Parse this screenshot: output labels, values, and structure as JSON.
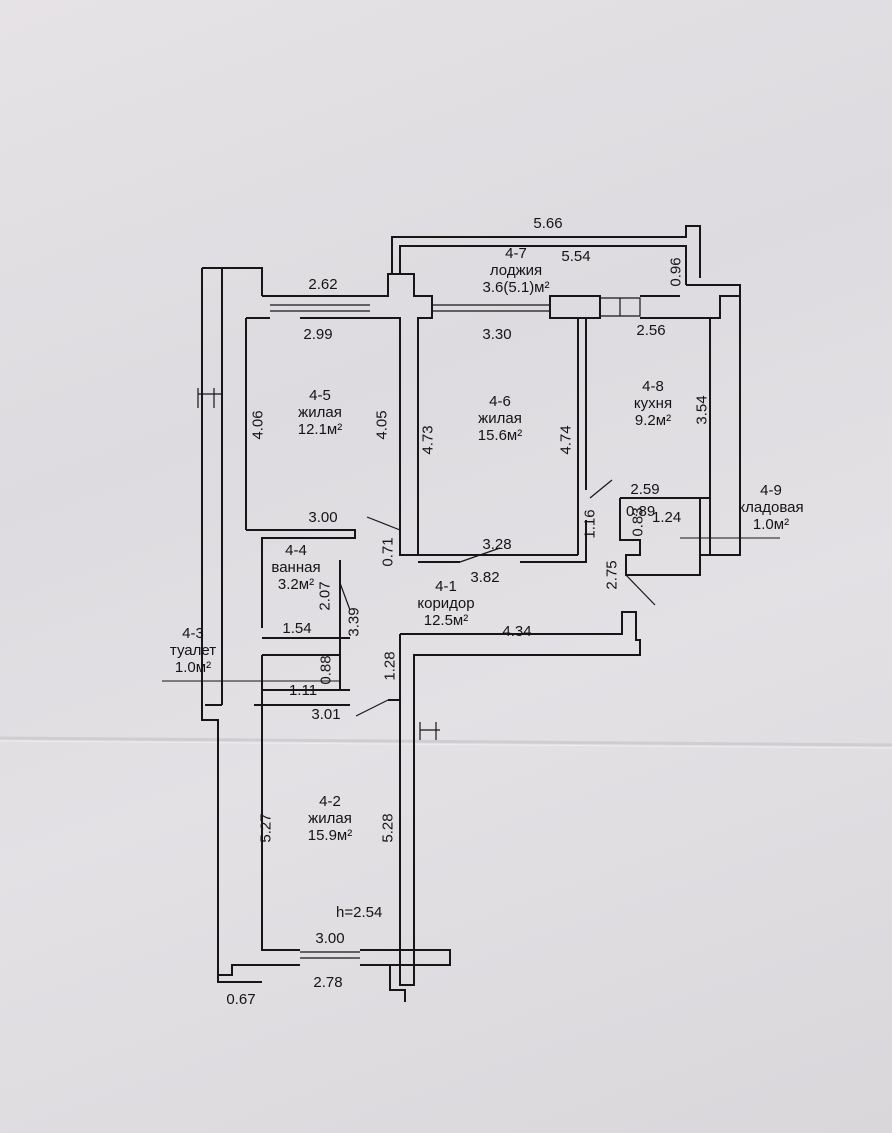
{
  "plan": {
    "height_note": "h=2.54",
    "loggia_outer_width": "5.66",
    "rooms": [
      {
        "id": "4-1",
        "name": "коридор",
        "area": "12.5м²"
      },
      {
        "id": "4-2",
        "name": "жилая",
        "area": "15.9м²"
      },
      {
        "id": "4-3",
        "name": "туалет",
        "area": "1.0м²"
      },
      {
        "id": "4-4",
        "name": "ванная",
        "area": "3.2м²"
      },
      {
        "id": "4-5",
        "name": "жилая",
        "area": "12.1м²"
      },
      {
        "id": "4-6",
        "name": "жилая",
        "area": "15.6м²"
      },
      {
        "id": "4-7",
        "name": "лоджия",
        "area": "3.6(5.1)м²"
      },
      {
        "id": "4-8",
        "name": "кухня",
        "area": "9.2м²"
      },
      {
        "id": "4-9",
        "name": "кладовая",
        "area": "1.0м²"
      }
    ],
    "dims": {
      "d_262": "2.62",
      "d_299": "2.99",
      "d_406": "4.06",
      "d_405": "4.05",
      "d_473": "4.73",
      "d_330": "3.30",
      "d_474": "4.74",
      "d_554": "5.54",
      "d_096": "0.96",
      "d_256": "2.56",
      "d_354": "3.54",
      "d_259": "2.59",
      "d_089": "0.89",
      "d_083": "0.83",
      "d_124": "1.24",
      "d_116": "1.16",
      "d_275": "2.75",
      "d_300a": "3.00",
      "d_071": "0.71",
      "d_328": "3.28",
      "d_382": "3.82",
      "d_207": "2.07",
      "d_339": "3.39",
      "d_154": "1.54",
      "d_434": "4.34",
      "d_128": "1.28",
      "d_088": "0.88",
      "d_111": "1.11",
      "d_301": "3.01",
      "d_527": "5.27",
      "d_528": "5.28",
      "d_300b": "3.00",
      "d_278": "2.78",
      "d_067": "0.67"
    }
  }
}
